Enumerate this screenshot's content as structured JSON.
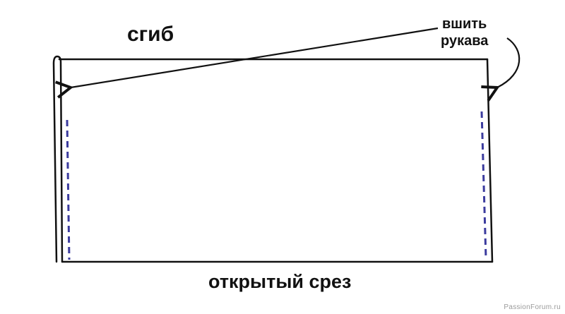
{
  "labels": {
    "fold": "сгиб",
    "sew_sleeves_line1": "вшить",
    "sew_sleeves_line2": "рукава",
    "open_edge": "открытый срез"
  },
  "watermark": "PassionForum.ru",
  "colors": {
    "outline": "#111111",
    "stitch_line": "#3b3b9e",
    "background": "#ffffff"
  }
}
